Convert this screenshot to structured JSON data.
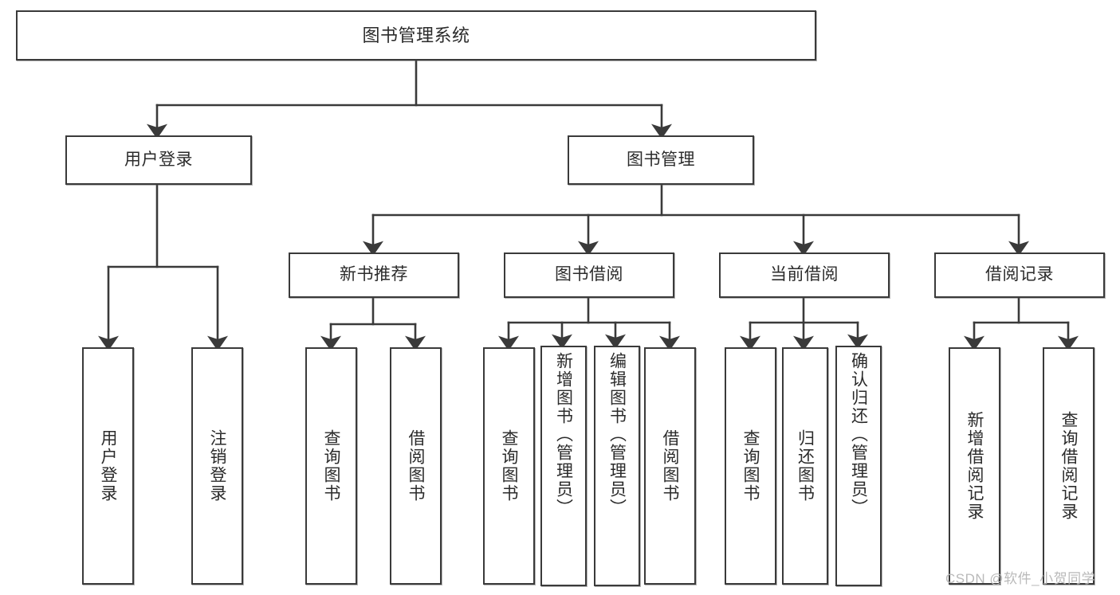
{
  "diagram": {
    "title": "图书管理系统",
    "type": "功能结构图",
    "root": {
      "id": "root",
      "label": "图书管理系统"
    },
    "level1": [
      {
        "id": "user-login",
        "label": "用户登录"
      },
      {
        "id": "book-manage",
        "label": "图书管理"
      }
    ],
    "level2": [
      {
        "id": "new-book-rec",
        "label": "新书推荐",
        "parent": "book-manage"
      },
      {
        "id": "book-borrow",
        "label": "图书借阅",
        "parent": "book-manage"
      },
      {
        "id": "current-borrow",
        "label": "当前借阅",
        "parent": "book-manage"
      },
      {
        "id": "borrow-record",
        "label": "借阅记录",
        "parent": "book-manage"
      }
    ],
    "leaves": {
      "user-login": [
        {
          "id": "leaf-user-login",
          "label": "用户登录"
        },
        {
          "id": "leaf-logout",
          "label": "注销登录"
        }
      ],
      "new-book-rec": [
        {
          "id": "leaf-query-book-1",
          "label": "查询图书"
        },
        {
          "id": "leaf-borrow-book-1",
          "label": "借阅图书"
        }
      ],
      "book-borrow": [
        {
          "id": "leaf-query-book-2",
          "label": "查询图书"
        },
        {
          "id": "leaf-add-book",
          "label": "新增图书（管理员）"
        },
        {
          "id": "leaf-edit-book",
          "label": "编辑图书（管理员）"
        },
        {
          "id": "leaf-borrow-book-2",
          "label": "借阅图书"
        }
      ],
      "current-borrow": [
        {
          "id": "leaf-query-book-3",
          "label": "查询图书"
        },
        {
          "id": "leaf-return-book",
          "label": "归还图书"
        },
        {
          "id": "leaf-confirm-return",
          "label": "确认归还（管理员）"
        }
      ],
      "borrow-record": [
        {
          "id": "leaf-add-record",
          "label": "新增借阅记录"
        },
        {
          "id": "leaf-query-record",
          "label": "查询借阅记录"
        }
      ]
    },
    "watermark": "CSDN @软件_小贺同学",
    "colors": {
      "stroke": "#3a3a3a",
      "fill": "#ffffff",
      "text": "#2b2b2b",
      "watermark": "#b9b9b9"
    }
  }
}
